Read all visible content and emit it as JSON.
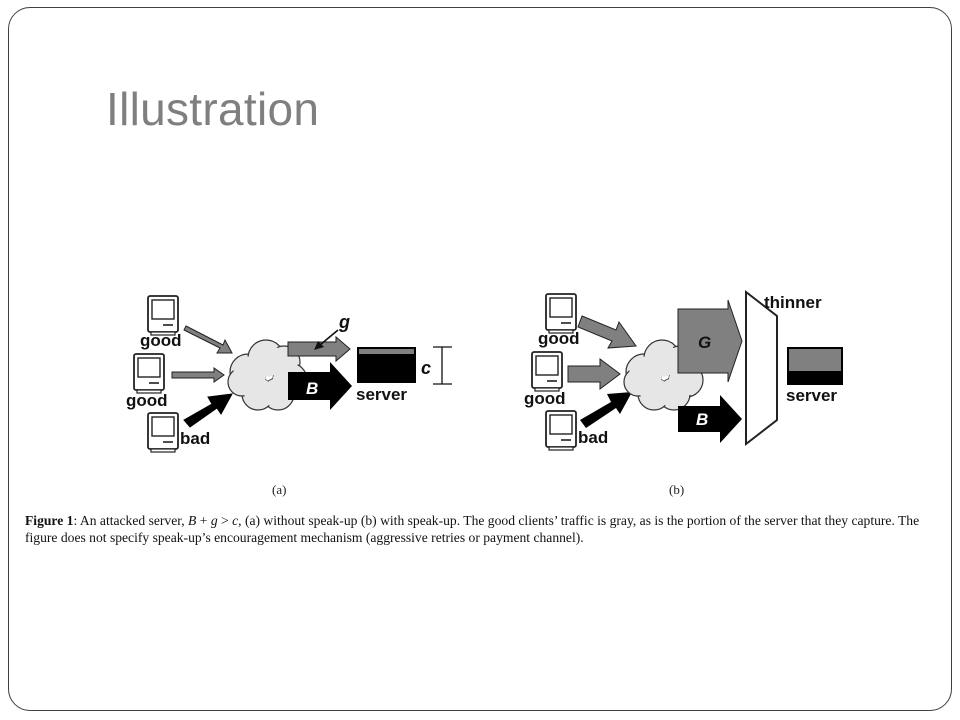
{
  "slide": {
    "title": "Illustration"
  },
  "figure": {
    "panel_a": {
      "label": "(a)",
      "client_labels": [
        "good",
        "good",
        "bad"
      ],
      "flow_labels": {
        "good": "g",
        "bad": "B"
      },
      "capacity_label": "c",
      "server_label": "server"
    },
    "panel_b": {
      "label": "(b)",
      "client_labels": [
        "good",
        "good",
        "bad"
      ],
      "flow_labels": {
        "good": "G",
        "bad": "B"
      },
      "thinner_label": "thinner",
      "server_label": "server"
    },
    "caption": {
      "prefix": "Figure 1",
      "t1": ": An attacked server, ",
      "v1": "B",
      "t2": " + ",
      "v2": "g",
      "t3": " > ",
      "v3": "c",
      "t4": ", (a) without speak-up (b) with speak-up. The good clients’ traffic is gray, as is the portion of the server that they capture. The figure does not specify speak-up’s encouragement mechanism (aggressive retries or payment channel)."
    }
  },
  "colors": {
    "title": "#7f7f7f",
    "frame": "#3f3f3f",
    "good_traffic": "#808080",
    "bad_traffic": "#000000",
    "cloud": "#e6e6e6"
  }
}
